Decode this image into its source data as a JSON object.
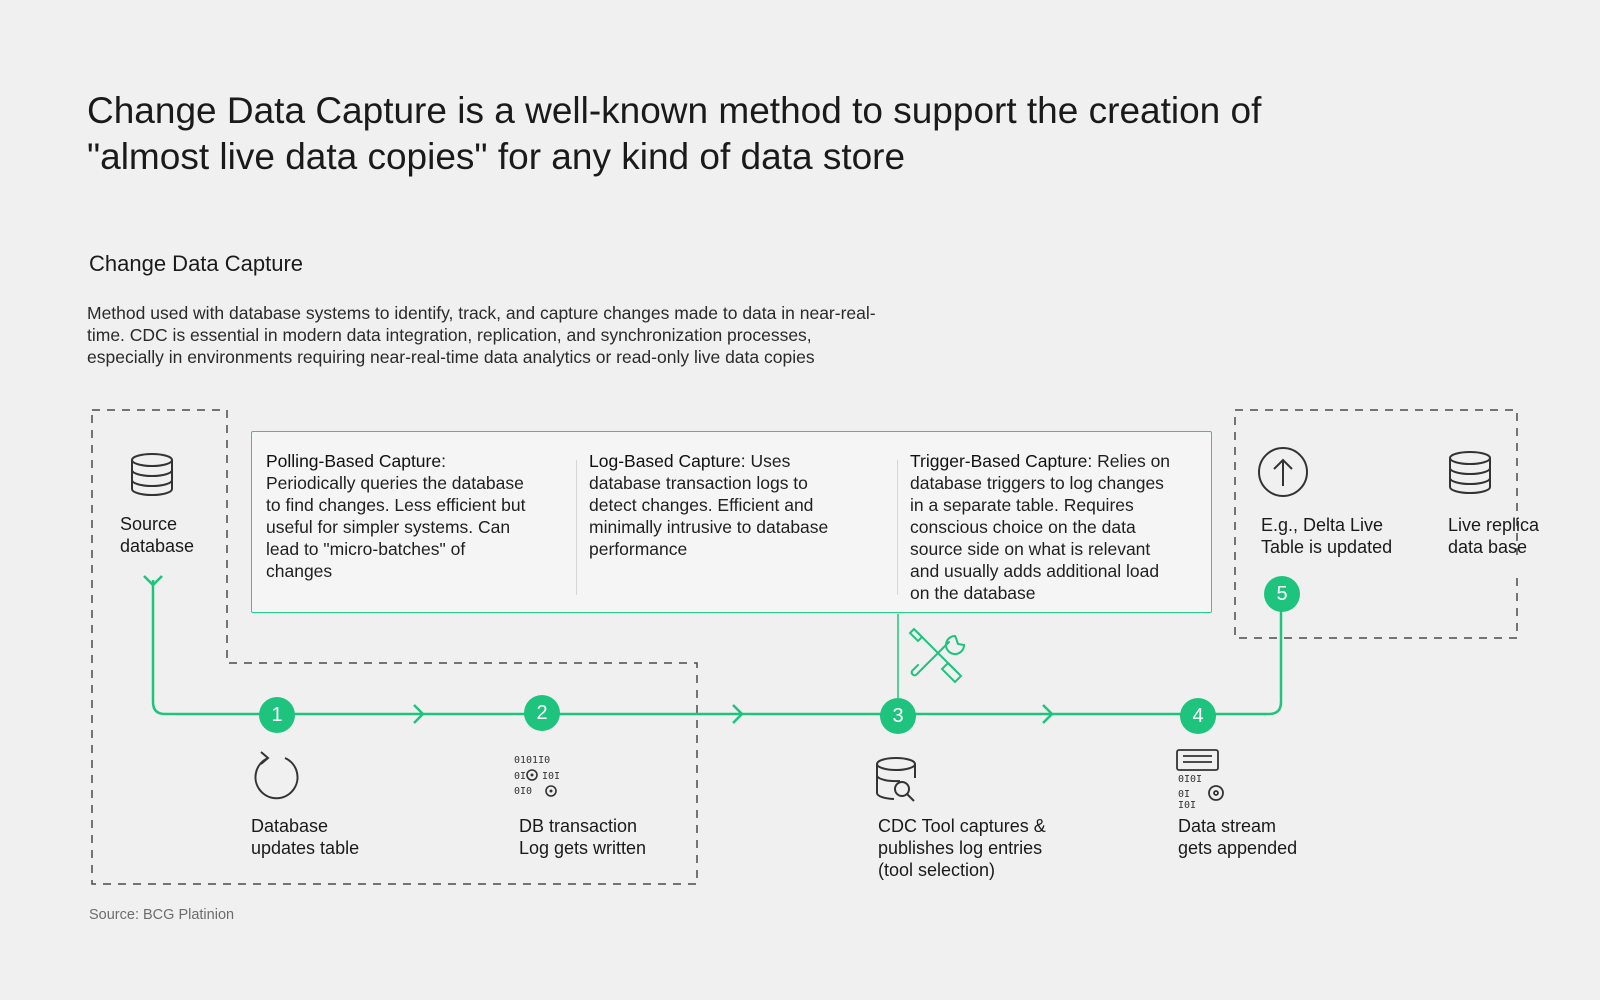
{
  "title": {
    "line1": "Change Data Capture is a well-known method to support the creation of",
    "line2": "\"almost live data copies\" for any kind of data store"
  },
  "subtitle": "Change Data Capture",
  "description": {
    "line1": "Method used with database systems to identify, track, and capture changes made to data in near-real-",
    "line2": "time. CDC is essential in modern data integration, replication, and synchronization processes,",
    "line3": "especially in environments requiring near-real-time data analytics or read-only live data copies"
  },
  "source_database": {
    "line1": "Source",
    "line2": "database",
    "icon": "database-icon"
  },
  "methods": [
    {
      "heading": "Polling-Based Capture:",
      "lines": [
        "Periodically queries the database",
        "to find changes. Less efficient but",
        "useful for simpler systems. Can",
        "lead to \"micro-batches\" of",
        "changes"
      ]
    },
    {
      "heading": "Log-Based Capture:",
      "heading_tail": " Uses",
      "lines": [
        "database transaction logs to",
        "detect changes.  Efficient and",
        "minimally intrusive to database",
        "performance"
      ]
    },
    {
      "heading": "Trigger-Based Capture:",
      "heading_tail": " Relies on",
      "lines": [
        "database triggers to log changes",
        "in a separate table. Requires",
        "conscious choice on the data",
        "source side on what is relevant",
        "and usually adds additional load",
        "on the database"
      ]
    }
  ],
  "steps": [
    {
      "number": "1",
      "line1": "Database",
      "line2": "updates table",
      "icon": "refresh-icon"
    },
    {
      "number": "2",
      "line1": "DB transaction",
      "line2": "Log gets written",
      "icon": "binary-gear-icon"
    },
    {
      "number": "3",
      "line1": "CDC Tool captures &",
      "line2": "publishes log entries",
      "line3": "(tool selection)",
      "icon": "database-search-icon"
    },
    {
      "number": "4",
      "line1": "Data stream",
      "line2": "gets appended",
      "icon": "data-stream-icon"
    },
    {
      "number": "5"
    }
  ],
  "tools_icon": "tools-icon",
  "delta": {
    "line1": "E.g., Delta Live",
    "line2": "Table is updated",
    "icon": "upload-arrow-icon"
  },
  "replica": {
    "line1": "Live replica",
    "line2": "data base",
    "icon": "database-icon"
  },
  "source_note": "Source: BCG Platinion",
  "colors": {
    "accent": "#1ec47e",
    "background": "#f0f0f0",
    "text": "#1a1a1a",
    "dashed": "#4a4a4a"
  }
}
